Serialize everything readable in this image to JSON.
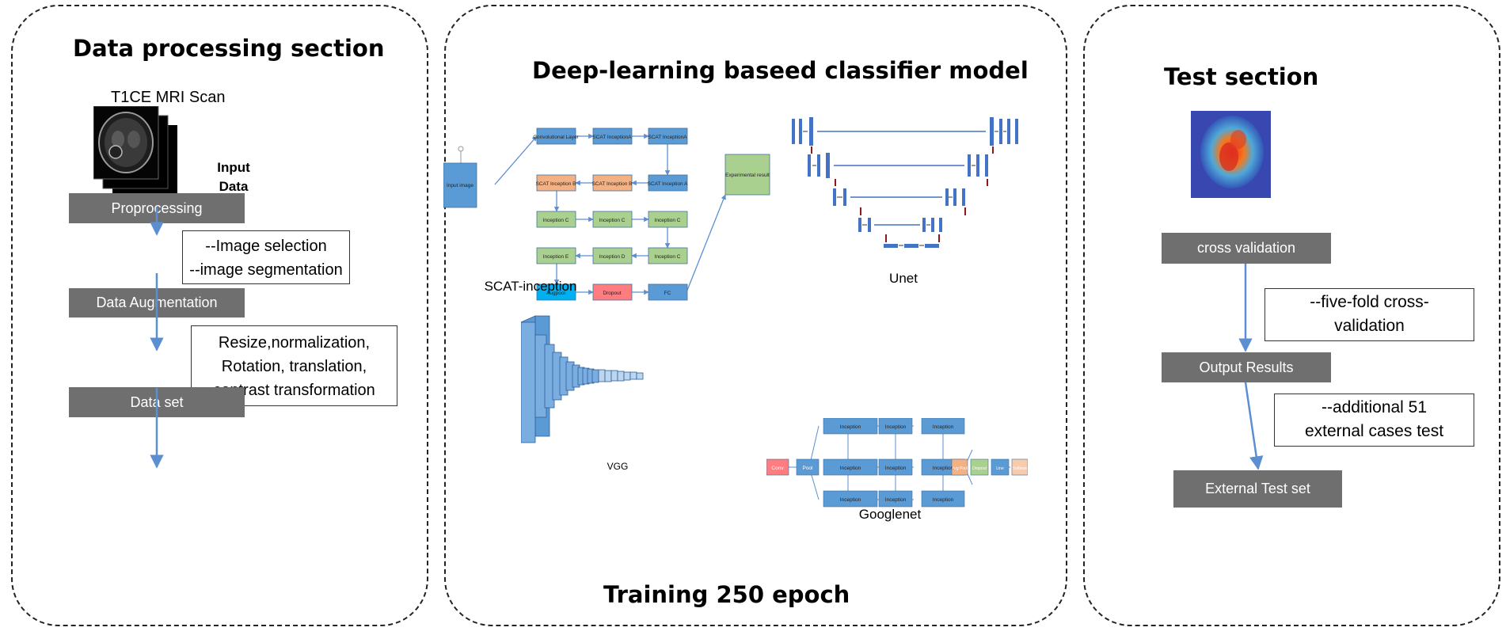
{
  "left_panel": {
    "title": "Data processing section",
    "mri_label": "T1CE MRI Scan",
    "input_data_label": "Input Data",
    "steps": [
      "Proprocessing",
      "Data Augmentation",
      "Data set"
    ],
    "notes": {
      "preprocessing": [
        "--Image selection",
        "--image segmentation"
      ],
      "augmentation": [
        "Resize,normalization,",
        "Rotation, translation,",
        "contrast transformation"
      ]
    }
  },
  "middle_panel": {
    "title": "Deep-learning baseed classifier model",
    "footer": "Training 250 epoch",
    "scat": {
      "caption": "SCAT-inception",
      "input": "Input image",
      "result": "Experimental result",
      "blocks": [
        "Convolutional Layer",
        "SCAT InceptionA",
        "SCAT InceptionA",
        "SCAT Inception A",
        "SCAT Inception B",
        "SCAT Inception B",
        "Inception C",
        "Inception C",
        "Inception C",
        "Inception C",
        "Inception D",
        "Inception E",
        "Augpool",
        "Dropout",
        "FC"
      ]
    },
    "unet_caption": "Unet",
    "vgg_caption": "VGG",
    "googlenet": {
      "caption": "Googlenet",
      "blocks": [
        "Conv",
        "Pool",
        "Inception",
        "Inception",
        "Inception",
        "Inception",
        "Inception",
        "Inception",
        "Inception",
        "Inception",
        "Inception",
        "Avg Pool",
        "Dropout",
        "Line",
        "Softmax"
      ]
    }
  },
  "right_panel": {
    "title": "Test section",
    "steps": [
      "cross validation",
      "Output Results",
      "External Test set"
    ],
    "notes": {
      "cross_validation": [
        "--five-fold cross-",
        "validation"
      ],
      "output": [
        "--additional 51",
        "external cases test"
      ]
    }
  },
  "colors": {
    "gray_box": "#6f6f6f",
    "arrow": "#5b8fd1",
    "block_blue": "#5b9bd5",
    "block_green": "#a9d08e",
    "block_orange": "#f4b183",
    "block_red": "#ff7c80",
    "unet_blue": "#4472c4",
    "unet_red": "#8b1a1a"
  }
}
